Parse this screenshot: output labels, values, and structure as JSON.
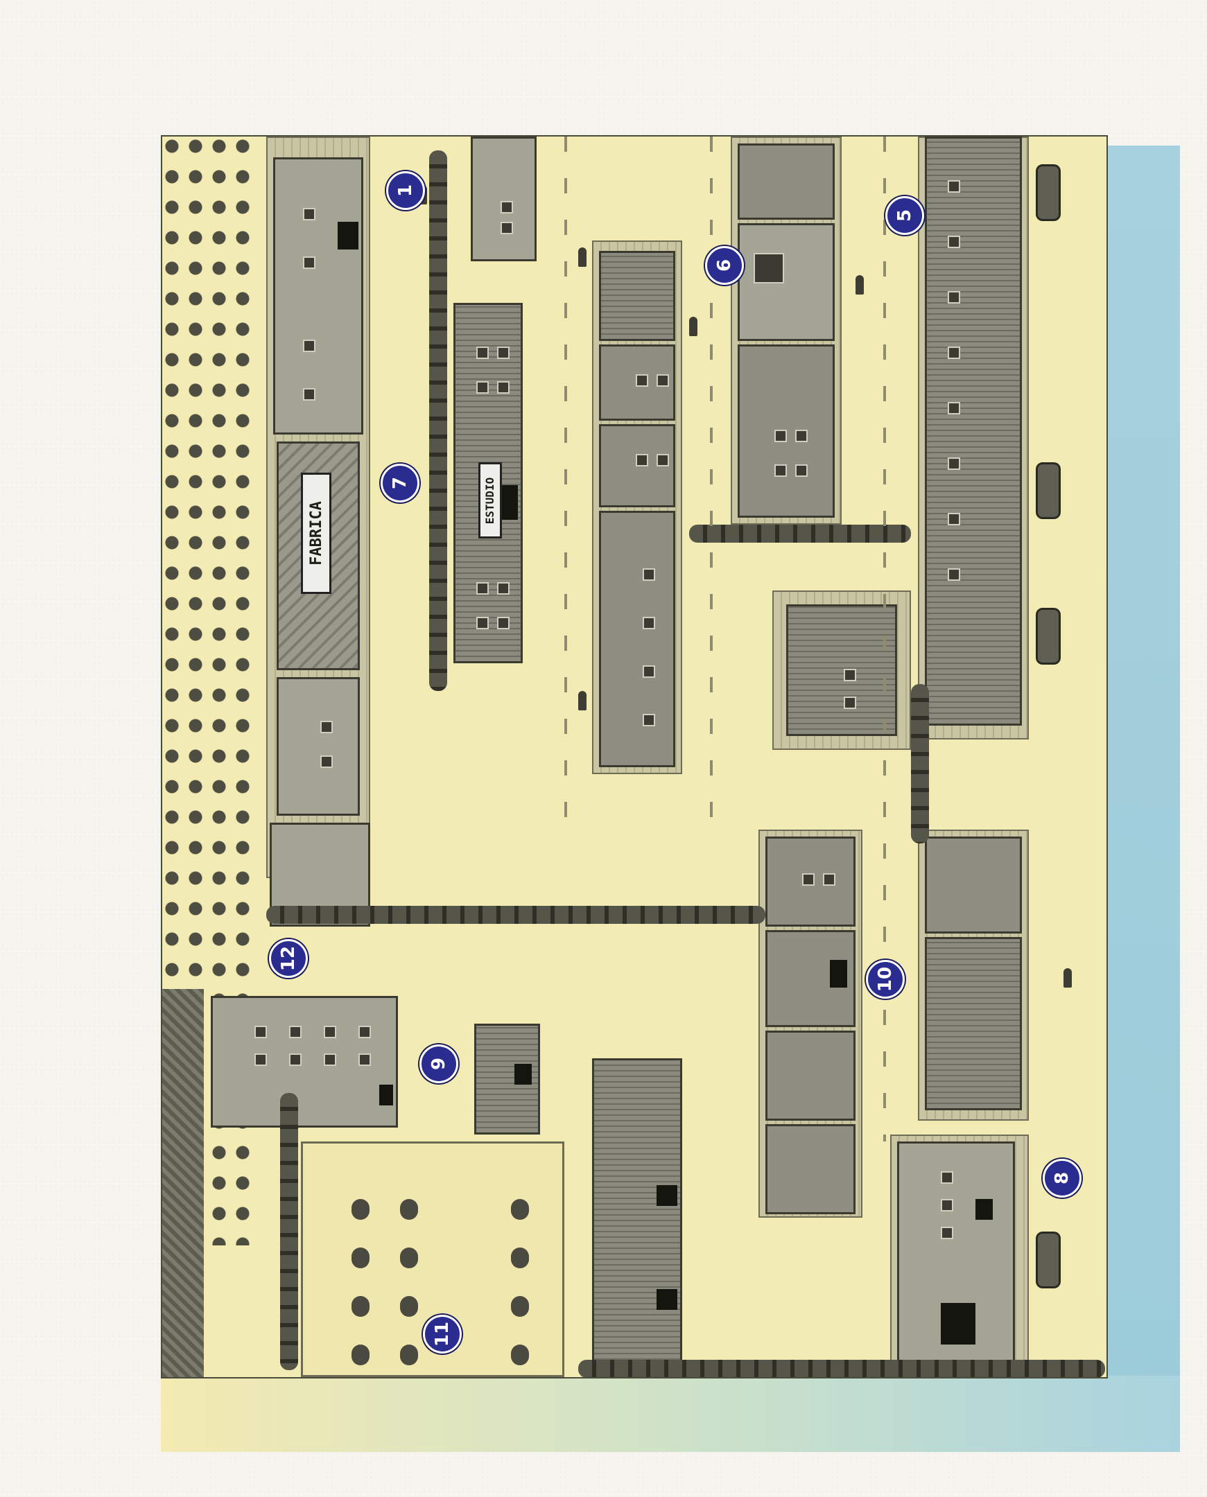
{
  "map": {
    "colors": {
      "ground": "#f2ebb4",
      "marker": "#2a2d8f",
      "building": "#8e8e82",
      "band": "#a7d1de"
    },
    "signs": [
      {
        "id": "fabrica",
        "text": "FABRICA"
      },
      {
        "id": "estudio",
        "text": "ESTUDIO"
      }
    ],
    "markers": [
      {
        "id": "m1",
        "label": "1"
      },
      {
        "id": "m5",
        "label": "5"
      },
      {
        "id": "m6",
        "label": "6"
      },
      {
        "id": "m7",
        "label": "7"
      },
      {
        "id": "m8",
        "label": "8"
      },
      {
        "id": "m9",
        "label": "9"
      },
      {
        "id": "m10",
        "label": "10"
      },
      {
        "id": "m11",
        "label": "11"
      },
      {
        "id": "m12",
        "label": "12"
      }
    ]
  }
}
